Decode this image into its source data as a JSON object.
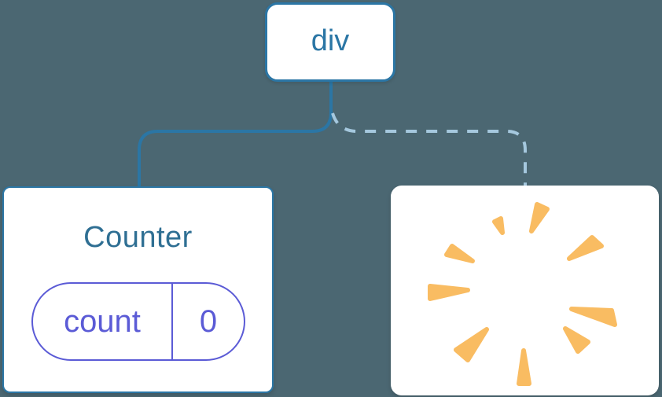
{
  "diagram": {
    "description": "component-tree-diagram",
    "root": {
      "label": "div"
    },
    "children": [
      {
        "name": "counter-card",
        "title": "Counter",
        "state": {
          "key": "count",
          "value": "0"
        },
        "connector": "solid"
      },
      {
        "name": "removed-card",
        "icon": "poof-starburst-icon",
        "connector": "dashed"
      }
    ]
  },
  "colors": {
    "bg": "#4B6772",
    "node-blue": "#2B76A5",
    "title-blue": "#2F6F93",
    "dash-blue": "#A5C8DE",
    "state-purple": "#5B5BD6",
    "poof-orange": "#F9BC62",
    "card-bg": "#FFFFFF"
  }
}
